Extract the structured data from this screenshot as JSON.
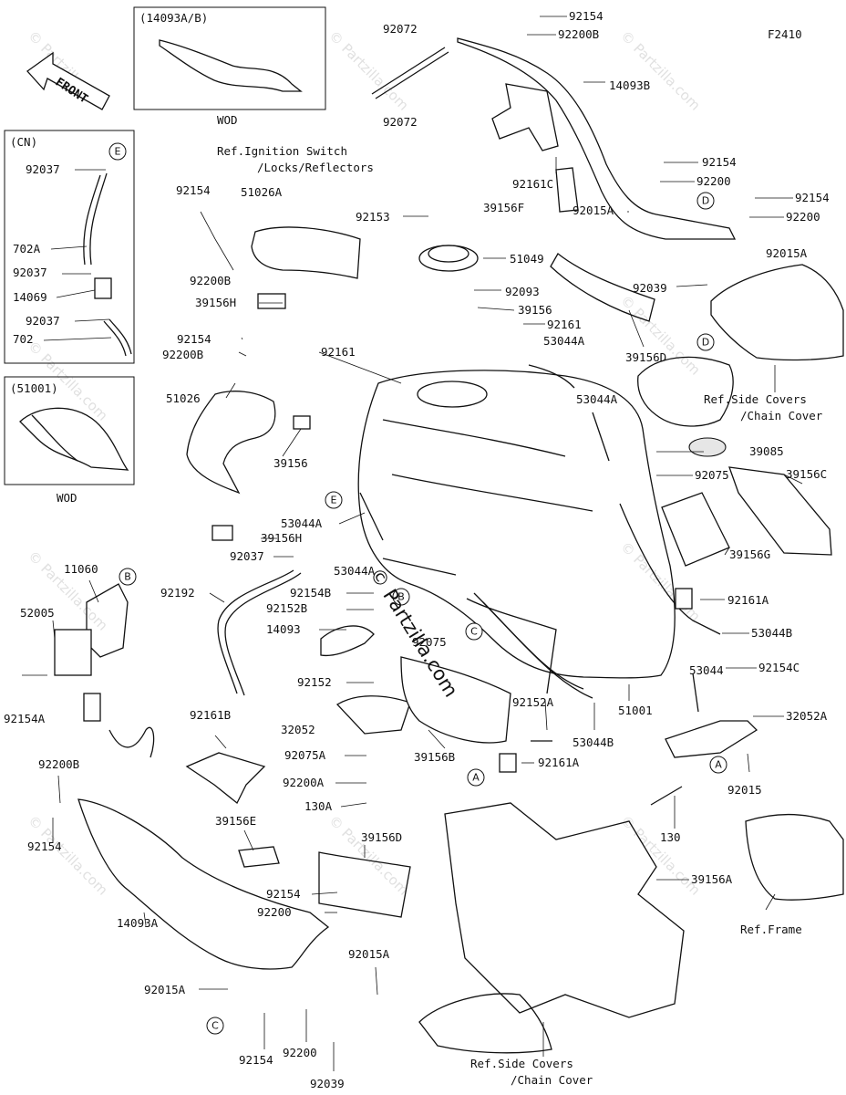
{
  "figure_code": "F2410",
  "watermark_main": "© Partzilla.com",
  "watermark_repeat": "© Partzilla.com",
  "front_arrow_label": "FRONT",
  "insets": {
    "top_variant": {
      "title": "(14093A/B)",
      "note": "WOD"
    },
    "cn": {
      "title": "(CN)",
      "labels": [
        "92037",
        "702A",
        "92037",
        "14069",
        "92037",
        "702"
      ],
      "circle": "E"
    },
    "tank_variant": {
      "title": "(51001)",
      "note": "WOD"
    }
  },
  "references": {
    "ignition": [
      "Ref.Ignition Switch",
      "/Locks/Reflectors"
    ],
    "side_covers_right": [
      "Ref.Side Covers",
      "/Chain Cover"
    ],
    "side_covers_bottom": [
      "Ref.Side Covers",
      "/Chain Cover"
    ],
    "frame": "Ref.Frame"
  },
  "callouts": [
    "92154",
    "92200B",
    "92072",
    "92072",
    "14093B",
    "92161C",
    "39156F",
    "92154",
    "92200",
    "92154",
    "92200",
    "92015A",
    "92015A",
    "92039",
    "39156D",
    "92153",
    "51049",
    "92093",
    "39156",
    "92161",
    "53044A",
    "92154",
    "51026A",
    "92200B",
    "39156H",
    "92154",
    "92200B",
    "51026",
    "92161",
    "39156",
    "53044A",
    "39085",
    "92075",
    "39156C",
    "39156G",
    "53044A",
    "39156H",
    "92037",
    "92192",
    "53044A",
    "92154B",
    "92152B",
    "14093",
    "92075",
    "92161A",
    "53044B",
    "92152",
    "32052",
    "92075A",
    "92200A",
    "130A",
    "92161B",
    "11060",
    "52005",
    "92154A",
    "92200B",
    "92154",
    "39156B",
    "92152A",
    "92161A",
    "53044B",
    "51001",
    "53044",
    "92154C",
    "32052A",
    "92015",
    "130",
    "39156E",
    "39156D",
    "92154",
    "92200",
    "14093A",
    "92015A",
    "92015A",
    "92154",
    "92200",
    "92039",
    "39156A"
  ],
  "circle_markers": [
    "E",
    "B",
    "D",
    "D",
    "E",
    "B",
    "C",
    "C",
    "A",
    "A",
    "C"
  ]
}
